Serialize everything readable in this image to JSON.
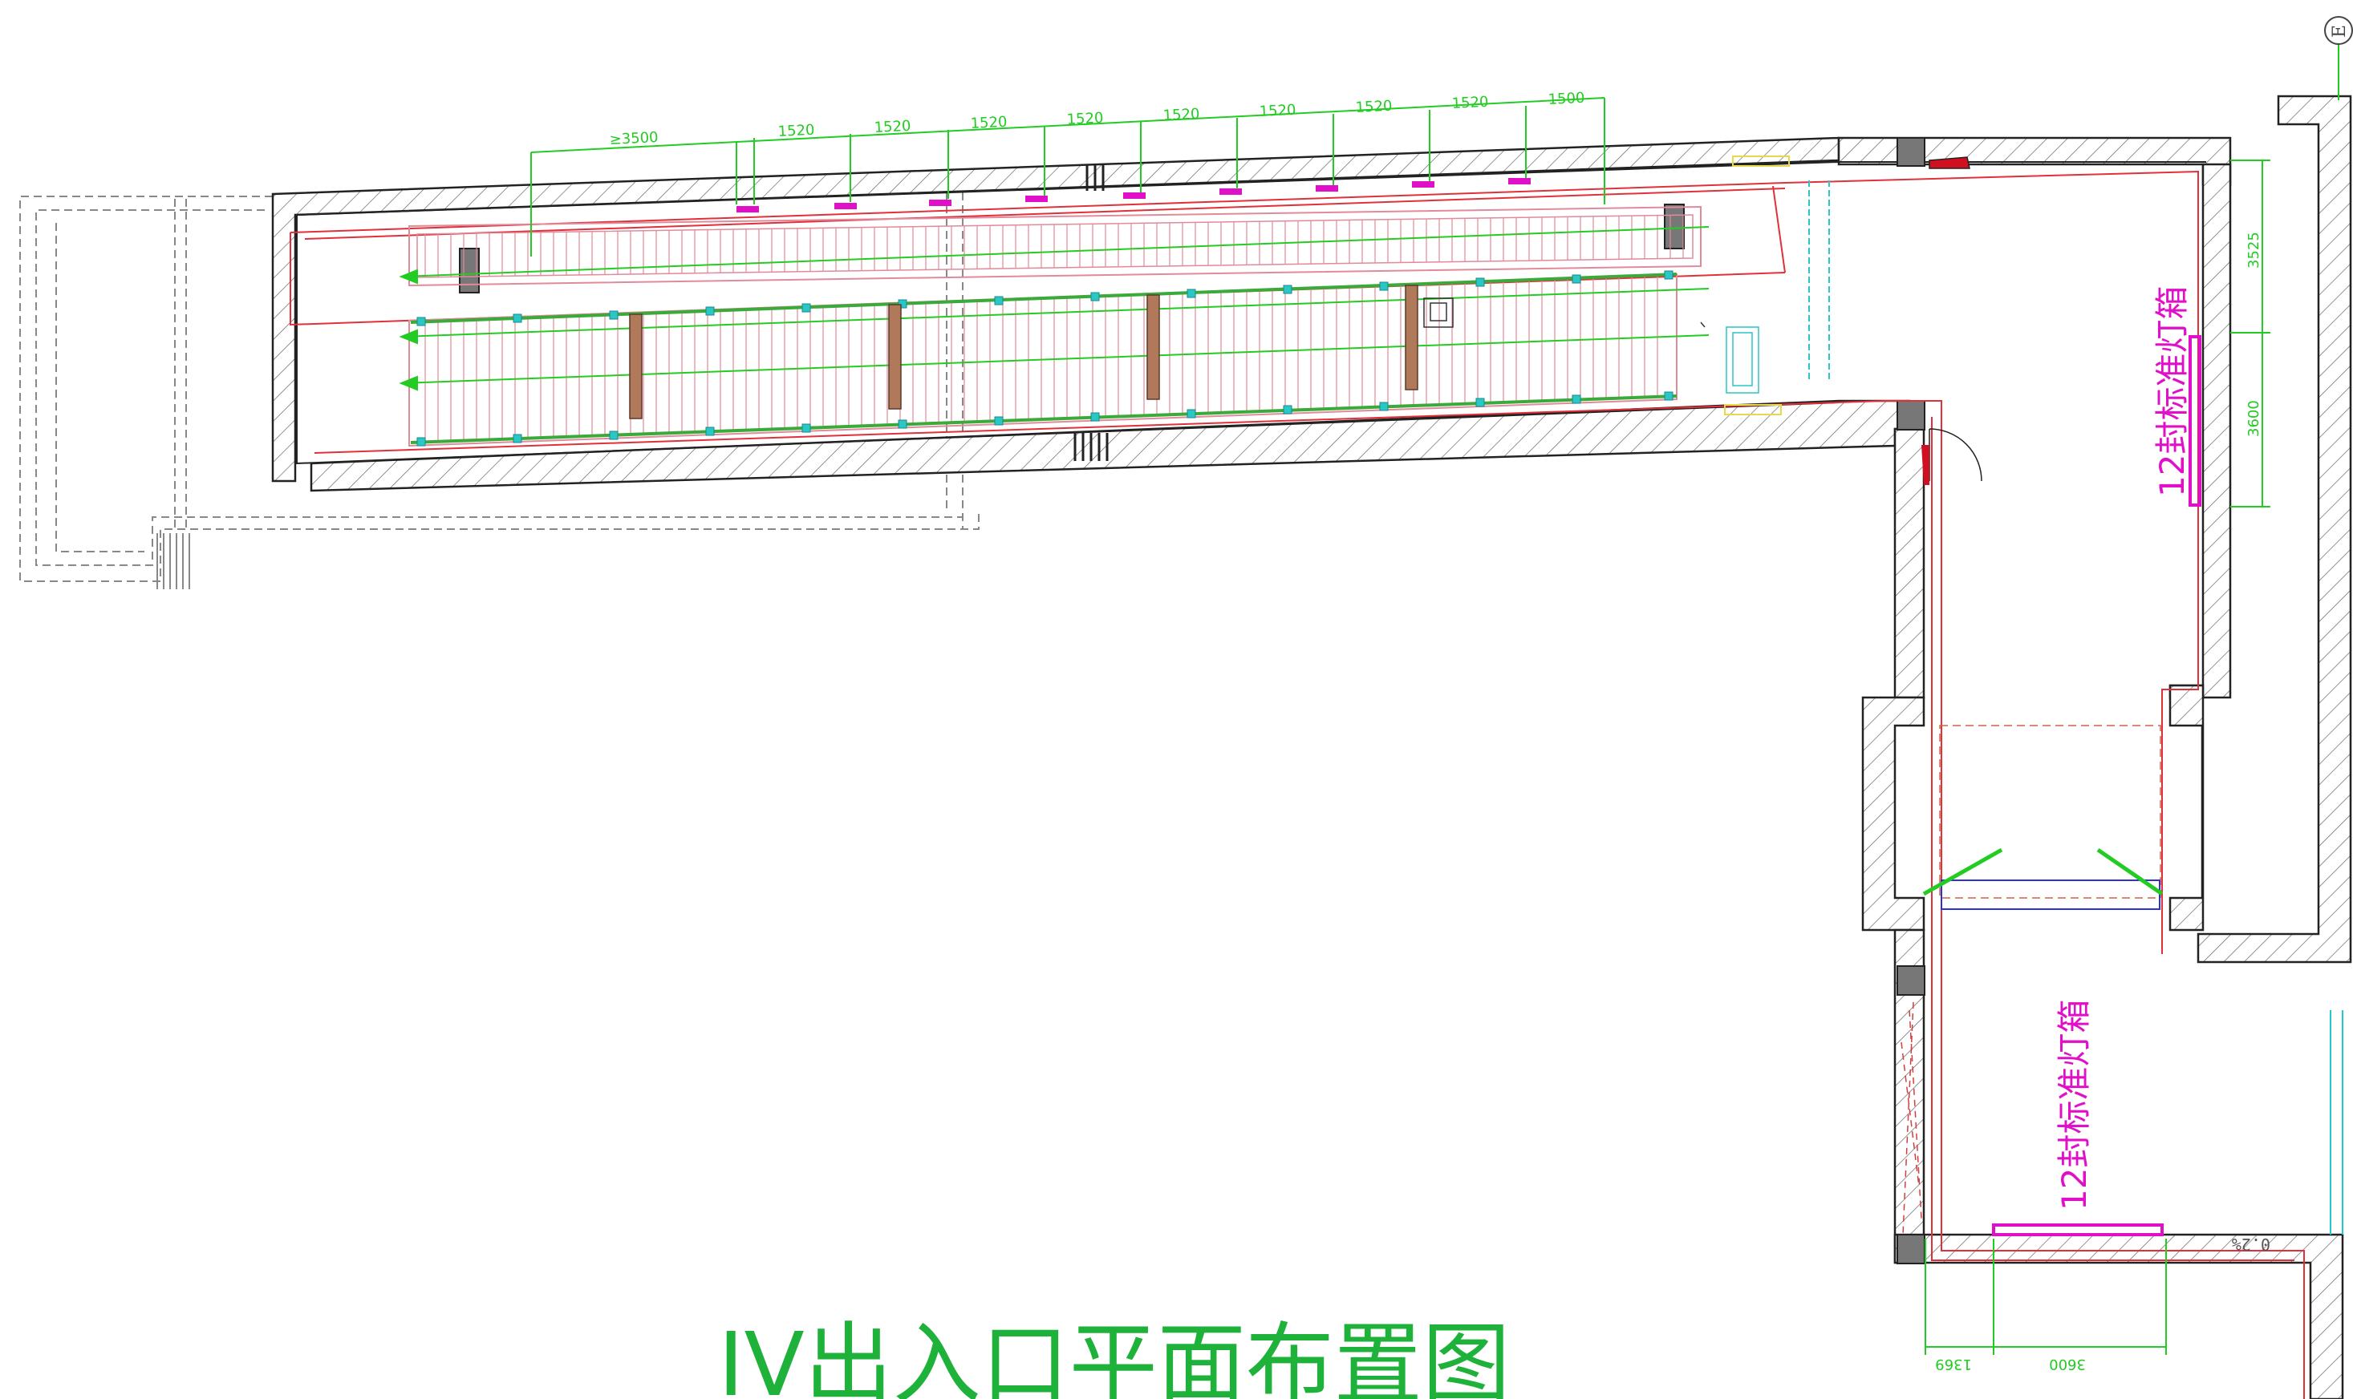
{
  "title": "IV出入口平面布置图",
  "dimensions_top": [
    "≥3500",
    "1520",
    "1520",
    "1520",
    "1520",
    "1520",
    "1520",
    "1520",
    "1520",
    "1500"
  ],
  "dimensions_right": [
    "3525",
    "3600"
  ],
  "dimensions_bottom": [
    "1369",
    "3600"
  ],
  "lightbox_labels": [
    "12封标准灯箱",
    "12封标准灯箱"
  ],
  "slope_label": "0.2%",
  "grid_label": "E",
  "colors": {
    "wall": "#222222",
    "hatch": "#555555",
    "dimension": "#22cc22",
    "title": "#1fb23a",
    "label": "#e010c8",
    "redline": "#e0303a",
    "escalator": "#e08a9a",
    "cyan": "#2bc6c6",
    "blue": "#3030d0"
  }
}
